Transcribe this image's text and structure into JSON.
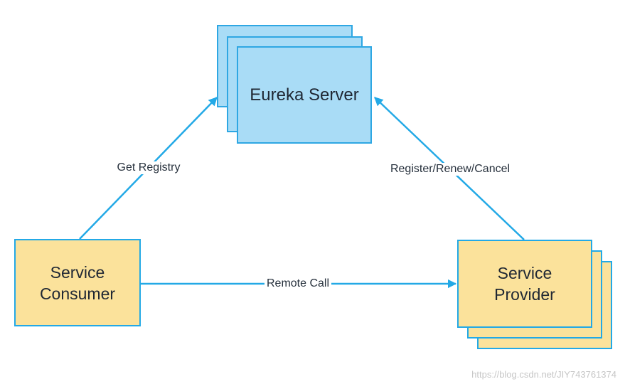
{
  "eureka_server": {
    "label": "Eureka Server"
  },
  "service_consumer": {
    "line1": "Service",
    "line2": "Consumer"
  },
  "service_provider": {
    "line1": "Service",
    "line2": "Provider"
  },
  "edges": {
    "get_registry": "Get Registry",
    "register_renew_cancel": "Register/Renew/Cancel",
    "remote_call": "Remote Call"
  },
  "watermark": "https://blog.csdn.net/JIY743761374",
  "colors": {
    "server_fill": "#a9dcf6",
    "server_border": "#2ea7e3",
    "client_fill": "#fbe29b",
    "client_border": "#23a9e6",
    "arrow": "#23a9e6"
  }
}
